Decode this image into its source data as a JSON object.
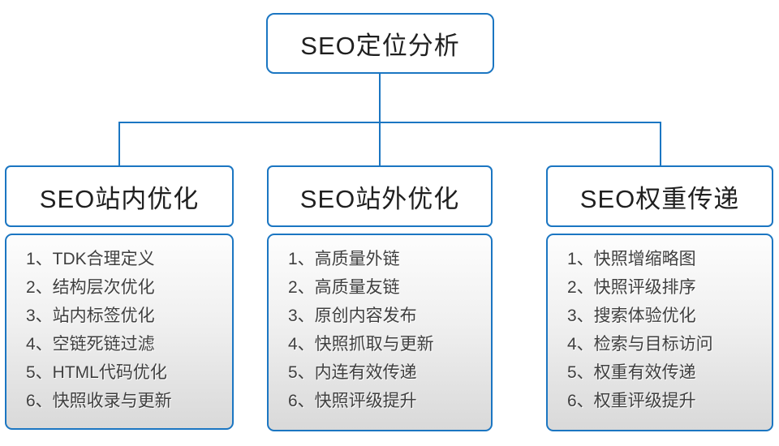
{
  "diagram_title": "SEO定位分析",
  "colors": {
    "accent": "#1b76c2",
    "header_text": "#1f1f1f",
    "item_text": "#3f3f3f",
    "list_gradient_top": "#fdfdfd",
    "list_gradient_bottom": "#d9d9d9"
  },
  "root": {
    "label": "SEO定位分析"
  },
  "columns": [
    {
      "header": "SEO站内优化",
      "items": [
        "1、TDK合理定义",
        "2、结构层次优化",
        "3、站内标签优化",
        "4、空链死链过滤",
        "5、HTML代码优化",
        "6、快照收录与更新"
      ]
    },
    {
      "header": "SEO站外优化",
      "items": [
        "1、高质量外链",
        "2、高质量友链",
        "3、原创内容发布",
        "4、快照抓取与更新",
        "5、内连有效传递",
        "6、快照评级提升"
      ]
    },
    {
      "header": "SEO权重传递",
      "items": [
        "1、快照增缩略图",
        "2、快照评级排序",
        "3、搜索体验优化",
        "4、检索与目标访问",
        "5、权重有效传递",
        "6、权重评级提升"
      ]
    }
  ]
}
